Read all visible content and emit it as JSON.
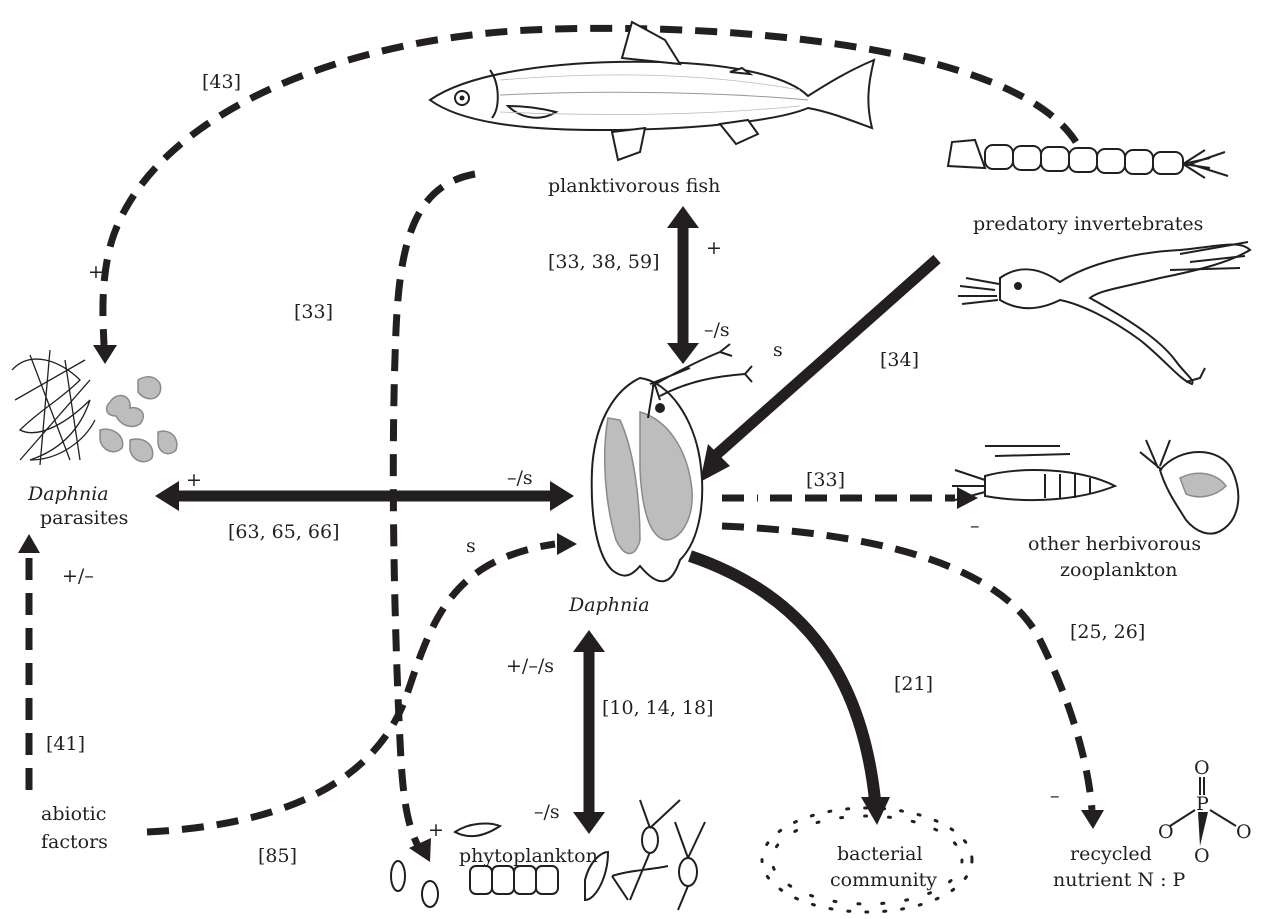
{
  "nodes": {
    "fish": "planktivorous fish",
    "inverts": "predatory invertebrates",
    "parasites_italic": "Daphnia",
    "parasites_rest": "parasites",
    "daphnia": "Daphnia",
    "herbivores_line1": "other herbivorous",
    "herbivores_line2": "zooplankton",
    "abiotic_line1": "abiotic",
    "abiotic_line2": "factors",
    "phytoplankton": "phytoplankton",
    "bacteria_line1": "bacterial",
    "bacteria_line2": "community",
    "nutrient_line1": "recycled",
    "nutrient_line2": "nutrient N : P",
    "phosphate_P": "P",
    "phosphate_O": "O"
  },
  "refs": {
    "r43": "[43]",
    "r33_left": "[33]",
    "r33_38_59": "[33, 38, 59]",
    "r34": "[34]",
    "r33_right": "[33]",
    "r63_65_66": "[63, 65, 66]",
    "r10_14_18": "[10, 14, 18]",
    "r21": "[21]",
    "r25_26": "[25, 26]",
    "r41": "[41]",
    "r85": "[85]"
  },
  "signs": {
    "fish_plus": "+",
    "fish_minus_s": "–/s",
    "parasite_top_plus": "+",
    "inv_s": "s",
    "para_plus": "+",
    "para_minus_s": "–/s",
    "herb_minus": "–",
    "phyto_s": "s",
    "abiotic_plusminus": "+/–",
    "phyto_pms": "+/–/s",
    "phyto_minus_s": "–/s",
    "phyto_plus": "+",
    "nutrient_minus": "–"
  }
}
